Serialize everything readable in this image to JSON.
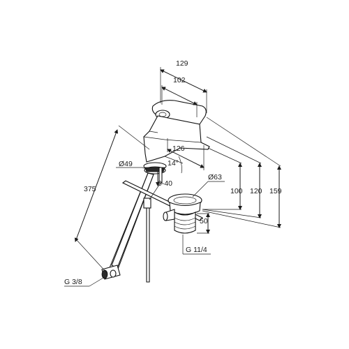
{
  "dimensions": {
    "w129": "129",
    "w102": "102",
    "w126": "126",
    "angle14": "14°",
    "d49": "Ø49",
    "d63": "Ø63",
    "r0_40": "0-40",
    "h100": "100",
    "h120": "120",
    "h159": "159",
    "l375": "375",
    "h50": "50",
    "g38": "G 3/8",
    "g114": "G 11/4"
  },
  "colors": {
    "line": "#1a1a1a",
    "background": "#ffffff"
  }
}
